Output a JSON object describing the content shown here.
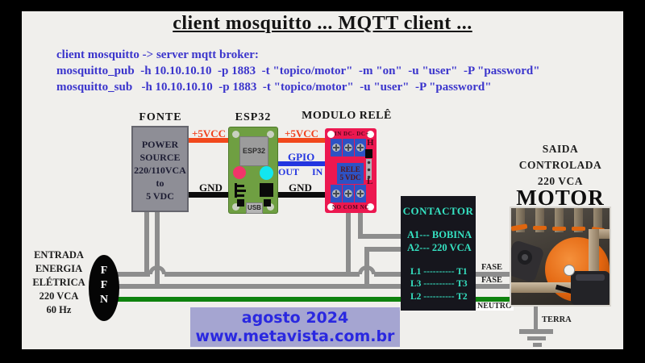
{
  "title": "client mosquitto ... MQTT client ...",
  "commands": {
    "intro": "client mosquitto -> server mqtt broker:",
    "pub": "mosquitto_pub  -h 10.10.10.10  -p 1883  -t \"topico/motor\"  -m \"on\"  -u \"user\"  -P \"password\"",
    "sub": "mosquitto_sub   -h 10.10.10.10  -p 1883  -t \"topico/motor\"  -u \"user\"  -P \"password\""
  },
  "components": {
    "fonte": {
      "label": "FONTE",
      "lines": [
        "POWER",
        "SOURCE",
        "220/110VCA",
        "to",
        "5 VDC"
      ]
    },
    "esp32": {
      "label": "ESP32",
      "chip": "ESP32",
      "usb": "USB"
    },
    "relay": {
      "label": "MODULO RELÊ",
      "top_pins": "IN DC- DC+",
      "bottom_pins": "NO COM NC",
      "chip_line1": "RELE",
      "chip_line2": "5 VDC",
      "jumper_high": "H",
      "jumper_low": "L"
    },
    "contactor": {
      "title": "CONTACTOR",
      "coil_row1": "A1--- BOBINA",
      "coil_row2": "A2--- 220 VCA",
      "pole_row1": "L1 ---------- T1",
      "pole_row2": "L3 ---------- T3",
      "pole_row3": "L2 ---------- T2"
    }
  },
  "wire_labels": {
    "vcc_left": "+5VCC",
    "vcc_right": "+5VCC",
    "gpio": "GPIO",
    "gpio_out": "OUT",
    "gpio_in": "IN",
    "gnd_left": "GND",
    "gnd_right": "GND",
    "fase1": "FASE",
    "fase2": "FASE",
    "neutro": "NEUTRO",
    "terra": "TERRA"
  },
  "input_side": {
    "lines": [
      "ENTRADA",
      "ENERGIA",
      "ELÉTRICA",
      "220 VCA",
      "60 Hz"
    ],
    "phase1": "F",
    "phase2": "F",
    "neutral": "N"
  },
  "output_side": {
    "line1": "SAIDA",
    "line2": "CONTROLADA",
    "line3": "220 VCA",
    "motor": "MOTOR"
  },
  "footer": {
    "date": "agosto 2024",
    "site": "www.metavista.com.br"
  },
  "colors": {
    "panel_bg": "#f0efec",
    "command_blue": "#3b35cc",
    "wire_gray": "#8d8d8d",
    "wire_green": "#0e820e",
    "wire_orange": "#f1481c",
    "wire_blue": "#2335e0",
    "wire_black": "#0c0c0c",
    "fonte_gray": "#8e8e96",
    "esp32_green": "#6f9f42",
    "relay_red": "#ec1850",
    "terminal_blue": "#2d52c4",
    "contactor_bg": "#16161d",
    "contactor_cyan": "#35e2c2",
    "banner_bg": "#a5a5d1",
    "banner_blue": "#2a28e0"
  }
}
